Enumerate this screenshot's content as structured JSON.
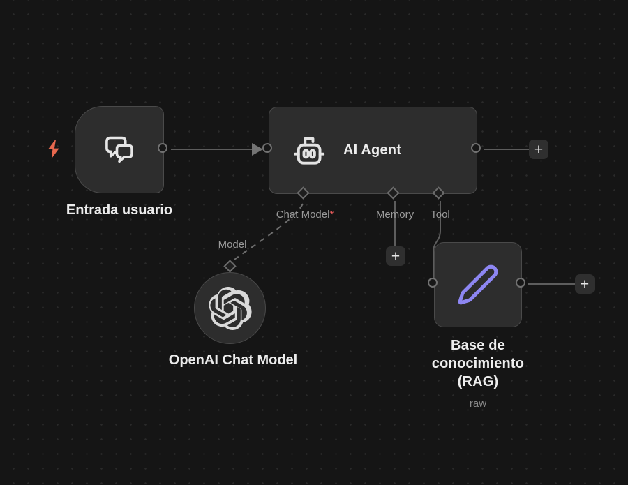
{
  "canvas": {
    "background_color": "#151515",
    "grid_dot_color": "#2a2a2a"
  },
  "indicators": {
    "trigger_bolt_color": "#e8684e"
  },
  "buttons": {
    "plus_label": "+"
  },
  "nodes": {
    "trigger": {
      "label": "Entrada usuario",
      "icon": "chat-bubbles-icon"
    },
    "agent": {
      "title": "AI Agent",
      "icon": "robot-icon",
      "ports": [
        {
          "label": "Chat Model",
          "required_marker": "*"
        },
        {
          "label": "Memory",
          "required_marker": ""
        },
        {
          "label": "Tool",
          "required_marker": ""
        }
      ]
    },
    "openai": {
      "label": "OpenAI Chat Model",
      "icon": "openai-logo-icon",
      "port_label": "Model"
    },
    "rag": {
      "label_line1": "Base de conocimiento",
      "label_line2": "(RAG)",
      "sublabel": "raw",
      "icon": "pencil-icon",
      "icon_color": "#8d86f2"
    }
  }
}
